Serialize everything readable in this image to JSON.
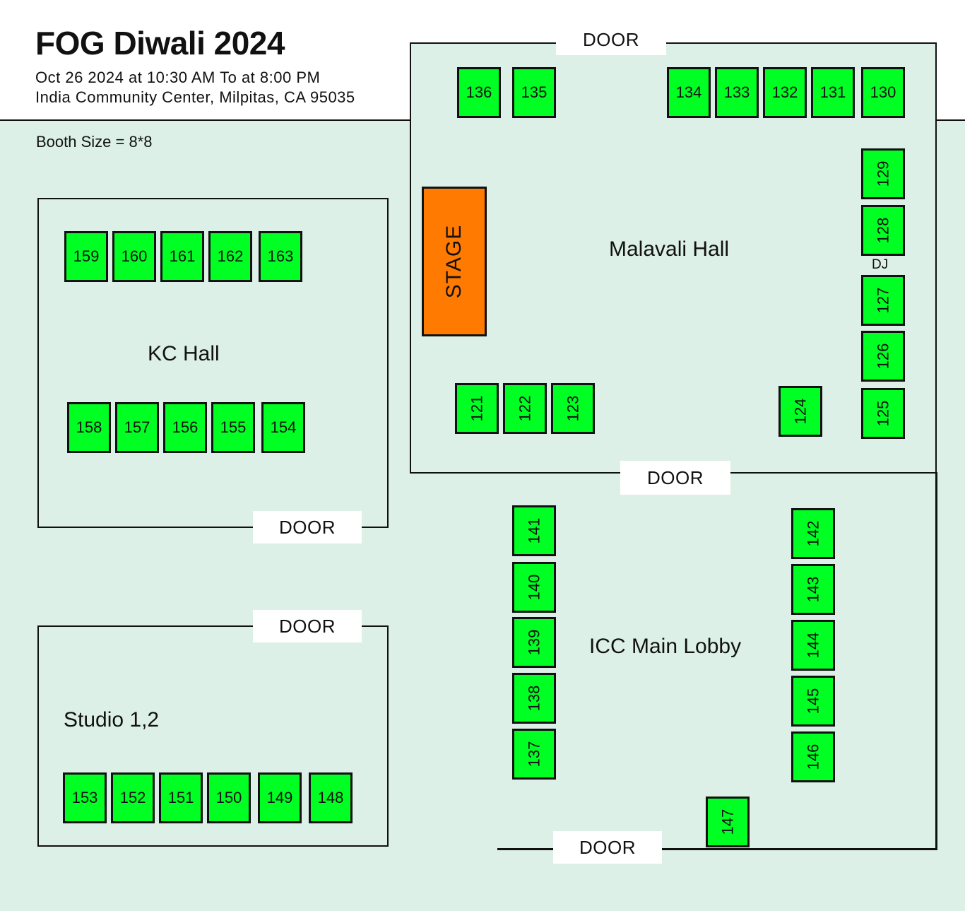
{
  "header": {
    "title": "FOG Diwali 2024",
    "datetime": "Oct 26 2024 at 10:30 AM To at 8:00 PM",
    "venue": "India Community Center, Milpitas, CA 95035",
    "booth_size": "Booth Size = 8*8"
  },
  "colors": {
    "background": "#dcf0e7",
    "booth": "#00ff22",
    "stage": "#ff7a00"
  },
  "rooms": {
    "malavali": "Malavali Hall",
    "kc": "KC Hall",
    "studio": "Studio 1,2",
    "lobby": "ICC Main Lobby"
  },
  "stage_label": "STAGE",
  "dj_label": "DJ",
  "door_label": "DOOR",
  "booths": {
    "b121": "121",
    "b122": "122",
    "b123": "123",
    "b124": "124",
    "b125": "125",
    "b126": "126",
    "b127": "127",
    "b128": "128",
    "b129": "129",
    "b130": "130",
    "b131": "131",
    "b132": "132",
    "b133": "133",
    "b134": "134",
    "b135": "135",
    "b136": "136",
    "b137": "137",
    "b138": "138",
    "b139": "139",
    "b140": "140",
    "b141": "141",
    "b142": "142",
    "b143": "143",
    "b144": "144",
    "b145": "145",
    "b146": "146",
    "b147": "147",
    "b148": "148",
    "b149": "149",
    "b150": "150",
    "b151": "151",
    "b152": "152",
    "b153": "153",
    "b154": "154",
    "b155": "155",
    "b156": "156",
    "b157": "157",
    "b158": "158",
    "b159": "159",
    "b160": "160",
    "b161": "161",
    "b162": "162",
    "b163": "163"
  }
}
